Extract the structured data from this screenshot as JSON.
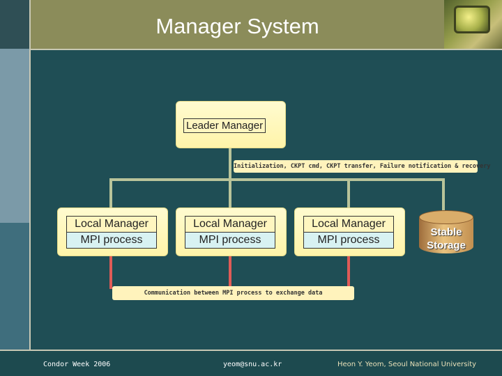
{
  "slide": {
    "title": "Manager System"
  },
  "diagram": {
    "leader": {
      "label": "Leader Manager"
    },
    "top_link_note": "Initialization, CKPT cmd, CKPT transfer, Failure notification & recovery",
    "local_managers": [
      {
        "line1": "Local Manager",
        "line2": "MPI process"
      },
      {
        "line1": "Local Manager",
        "line2": "MPI process"
      },
      {
        "line1": "Local Manager",
        "line2": "MPI process"
      }
    ],
    "storage": {
      "line1": "Stable",
      "line2": "Storage"
    },
    "bottom_link_note": "Communication between MPI process to exchange data",
    "colors": {
      "control_link": "#b9c49a",
      "data_link": "#e05b57",
      "box_fill": "#fff4a9",
      "process_fill": "#d8f2f2"
    }
  },
  "footer": {
    "left": "Condor Week 2006",
    "center": "yeom@snu.ac.kr",
    "right": "Heon Y. Yeom, Seoul National University"
  }
}
